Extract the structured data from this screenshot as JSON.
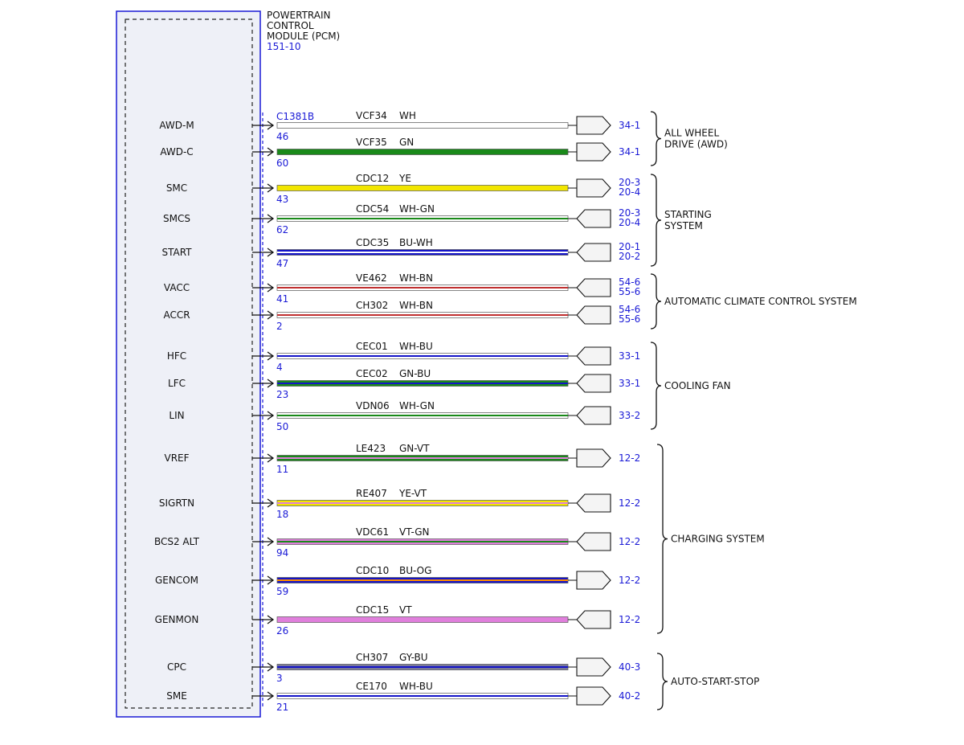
{
  "module": {
    "title_lines": [
      "POWERTRAIN",
      "CONTROL",
      "MODULE (PCM)"
    ],
    "ref": "151-10",
    "connector": "C1381B"
  },
  "colors": {
    "WH": "#ffffff",
    "GN": "#1a8a1a",
    "YE": "#f2e600",
    "BU": "#1414c8",
    "BN": "#c03030",
    "OG": "#ff8c00",
    "VT": "#e07fdc",
    "GY": "#7a7a9a",
    "outline_blue": "#1a1ad6"
  },
  "circuits": [
    {
      "signal": "AWD-M",
      "pin": "46",
      "circuit": "VCF34",
      "wire_color": "WH",
      "dest": [
        "34-1"
      ],
      "dir": "out"
    },
    {
      "signal": "AWD-C",
      "pin": "60",
      "circuit": "VCF35",
      "wire_color": "GN",
      "dest": [
        "34-1"
      ],
      "dir": "out"
    },
    {
      "signal": "SMC",
      "pin": "43",
      "circuit": "CDC12",
      "wire_color": "YE",
      "dest": [
        "20-3",
        "20-4"
      ],
      "dir": "out"
    },
    {
      "signal": "SMCS",
      "pin": "62",
      "circuit": "CDC54",
      "wire_color": "WH-GN",
      "dest": [
        "20-3",
        "20-4"
      ],
      "dir": "in"
    },
    {
      "signal": "START",
      "pin": "47",
      "circuit": "CDC35",
      "wire_color": "BU-WH",
      "dest": [
        "20-1",
        "20-2"
      ],
      "dir": "in"
    },
    {
      "signal": "VACC",
      "pin": "41",
      "circuit": "VE462",
      "wire_color": "WH-BN",
      "dest": [
        "54-6",
        "55-6"
      ],
      "dir": "in"
    },
    {
      "signal": "ACCR",
      "pin": "2",
      "circuit": "CH302",
      "wire_color": "WH-BN",
      "dest": [
        "54-6",
        "55-6"
      ],
      "dir": "in"
    },
    {
      "signal": "HFC",
      "pin": "4",
      "circuit": "CEC01",
      "wire_color": "WH-BU",
      "dest": [
        "33-1"
      ],
      "dir": "in"
    },
    {
      "signal": "LFC",
      "pin": "23",
      "circuit": "CEC02",
      "wire_color": "GN-BU",
      "dest": [
        "33-1"
      ],
      "dir": "in"
    },
    {
      "signal": "LIN",
      "pin": "50",
      "circuit": "VDN06",
      "wire_color": "WH-GN",
      "dest": [
        "33-2"
      ],
      "dir": "in"
    },
    {
      "signal": "VREF",
      "pin": "11",
      "circuit": "LE423",
      "wire_color": "GN-VT",
      "dest": [
        "12-2"
      ],
      "dir": "out"
    },
    {
      "signal": "SIGRTN",
      "pin": "18",
      "circuit": "RE407",
      "wire_color": "YE-VT",
      "dest": [
        "12-2"
      ],
      "dir": "in"
    },
    {
      "signal": "BCS2 ALT",
      "pin": "94",
      "circuit": "VDC61",
      "wire_color": "VT-GN",
      "dest": [
        "12-2"
      ],
      "dir": "in"
    },
    {
      "signal": "GENCOM",
      "pin": "59",
      "circuit": "CDC10",
      "wire_color": "BU-OG",
      "dest": [
        "12-2"
      ],
      "dir": "out"
    },
    {
      "signal": "GENMON",
      "pin": "26",
      "circuit": "CDC15",
      "wire_color": "VT",
      "dest": [
        "12-2"
      ],
      "dir": "in"
    },
    {
      "signal": "CPC",
      "pin": "3",
      "circuit": "CH307",
      "wire_color": "GY-BU",
      "dest": [
        "40-3"
      ],
      "dir": "out"
    },
    {
      "signal": "SME",
      "pin": "21",
      "circuit": "CE170",
      "wire_color": "WH-BU",
      "dest": [
        "40-2"
      ],
      "dir": "out"
    }
  ],
  "systems": [
    {
      "label_lines": [
        "ALL WHEEL",
        "DRIVE (AWD)"
      ],
      "from": 0,
      "to": 1
    },
    {
      "label_lines": [
        "STARTING",
        "SYSTEM"
      ],
      "from": 2,
      "to": 4
    },
    {
      "label_lines": [
        "AUTOMATIC CLIMATE CONTROL SYSTEM"
      ],
      "from": 5,
      "to": 6
    },
    {
      "label_lines": [
        "COOLING FAN"
      ],
      "from": 7,
      "to": 9
    },
    {
      "label_lines": [
        "CHARGING SYSTEM"
      ],
      "from": 10,
      "to": 14
    },
    {
      "label_lines": [
        "AUTO-START-STOP"
      ],
      "from": 15,
      "to": 16
    }
  ]
}
